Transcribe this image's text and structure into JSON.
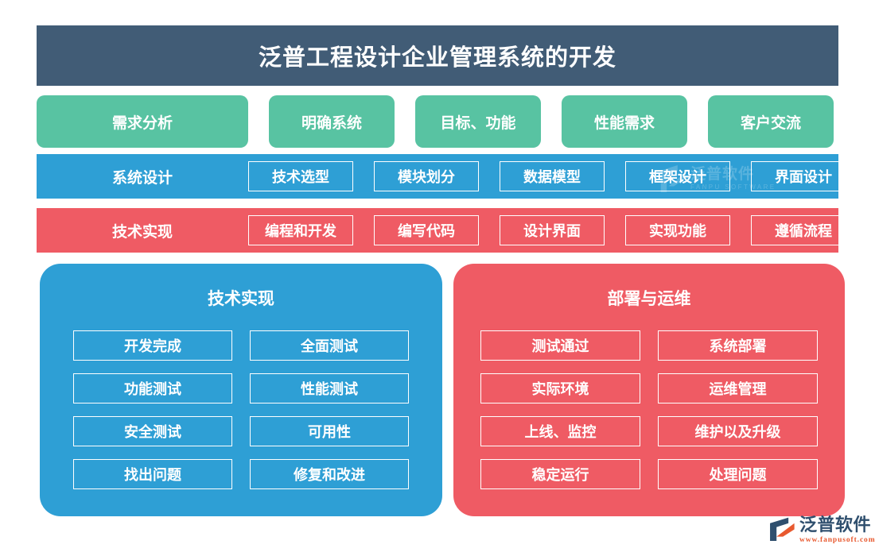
{
  "header": {
    "title": "泛普工程设计企业管理系统的开发",
    "background_color": "#415C76"
  },
  "requirement_row": {
    "color": "#58C3A2",
    "items": [
      {
        "label": "需求分析"
      },
      {
        "label": "明确系统"
      },
      {
        "label": "目标、功能"
      },
      {
        "label": "性能需求"
      },
      {
        "label": "客户交流"
      }
    ]
  },
  "design_band": {
    "color": "#2E9FD5",
    "label": "系统设计",
    "items": [
      {
        "label": "技术选型"
      },
      {
        "label": "模块划分"
      },
      {
        "label": "数据模型"
      },
      {
        "label": "框架设计"
      },
      {
        "label": "界面设计"
      }
    ]
  },
  "implementation_band": {
    "color": "#EF5B64",
    "label": "技术实现",
    "items": [
      {
        "label": "编程和开发"
      },
      {
        "label": "编写代码"
      },
      {
        "label": "设计界面"
      },
      {
        "label": "实现功能"
      },
      {
        "label": "遵循流程"
      }
    ]
  },
  "cards": [
    {
      "title": "技术实现",
      "color": "#2E9FD5",
      "items": [
        {
          "label": "开发完成"
        },
        {
          "label": "全面测试"
        },
        {
          "label": "功能测试"
        },
        {
          "label": "性能测试"
        },
        {
          "label": "安全测试"
        },
        {
          "label": "可用性"
        },
        {
          "label": "找出问题"
        },
        {
          "label": "修复和改进"
        }
      ]
    },
    {
      "title": "部署与运维",
      "color": "#EF5B64",
      "items": [
        {
          "label": "测试通过"
        },
        {
          "label": "系统部署"
        },
        {
          "label": "实际环境"
        },
        {
          "label": "运维管理"
        },
        {
          "label": "上线、监控"
        },
        {
          "label": "维护以及升级"
        },
        {
          "label": "稳定运行"
        },
        {
          "label": "处理问题"
        }
      ]
    }
  ],
  "watermark": {
    "name_cn": "泛普软件",
    "name_en": "FANPU SOFTWARE"
  },
  "logo": {
    "name_cn": "泛普软件",
    "url": "www.fanpusoft.com",
    "navy_color": "#2F4F6E",
    "accent_color": "#E8592F"
  }
}
